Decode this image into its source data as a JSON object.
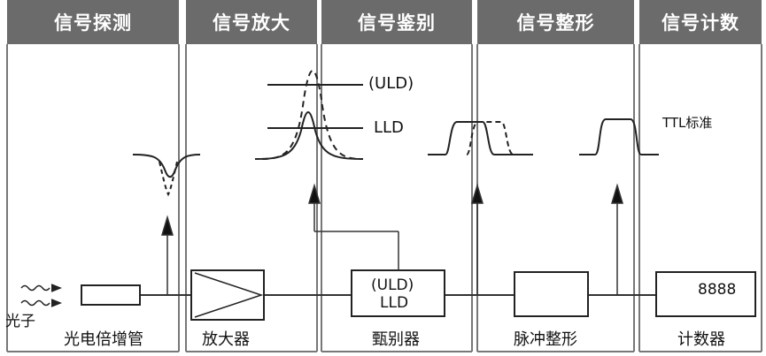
{
  "headers": [
    "信号探测",
    "信号放大",
    "信号鉴别",
    "信号整形",
    "信号计数"
  ],
  "labels": {
    "photon": "光子",
    "pmt": "光电倍增管",
    "amplifier": "放大器",
    "discriminator": "甄别器",
    "shaper": "脉冲整形",
    "counter": "计数器"
  },
  "discriminator_box": {
    "line1": "(ULD)",
    "line2": "LLD"
  },
  "counter_display": "8888",
  "thresholds": {
    "uld": "(ULD)",
    "lld": "LLD"
  },
  "ttl_label": "TTL标准"
}
